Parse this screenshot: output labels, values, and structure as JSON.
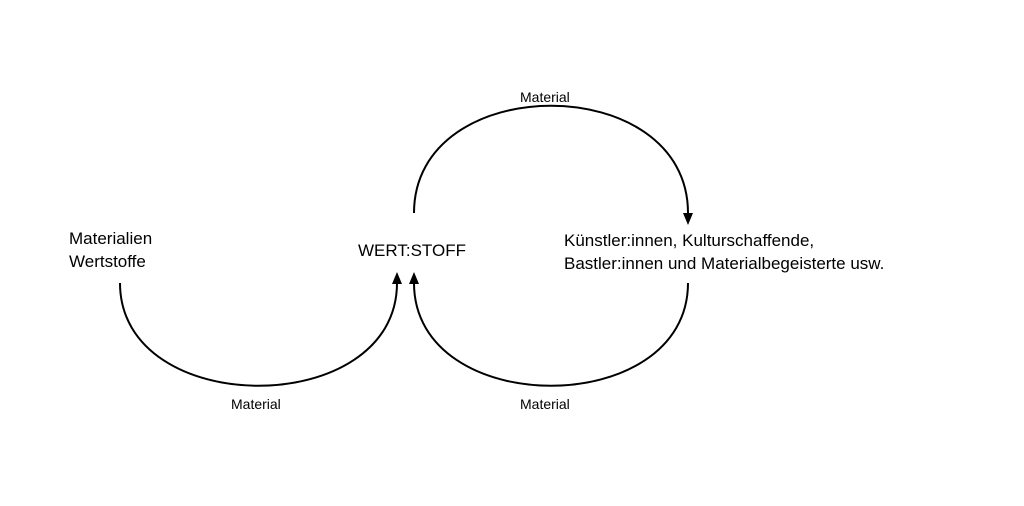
{
  "nodes": {
    "source": [
      "Materialien",
      "Wertstoffe"
    ],
    "center": "WERT:STOFF",
    "target": [
      "Künstler:innen, Kulturschaffende,",
      "Bastler:innen und Materialbegeisterte usw."
    ]
  },
  "edges": {
    "top": "Material",
    "bottom_left": "Material",
    "bottom_right": "Material"
  }
}
